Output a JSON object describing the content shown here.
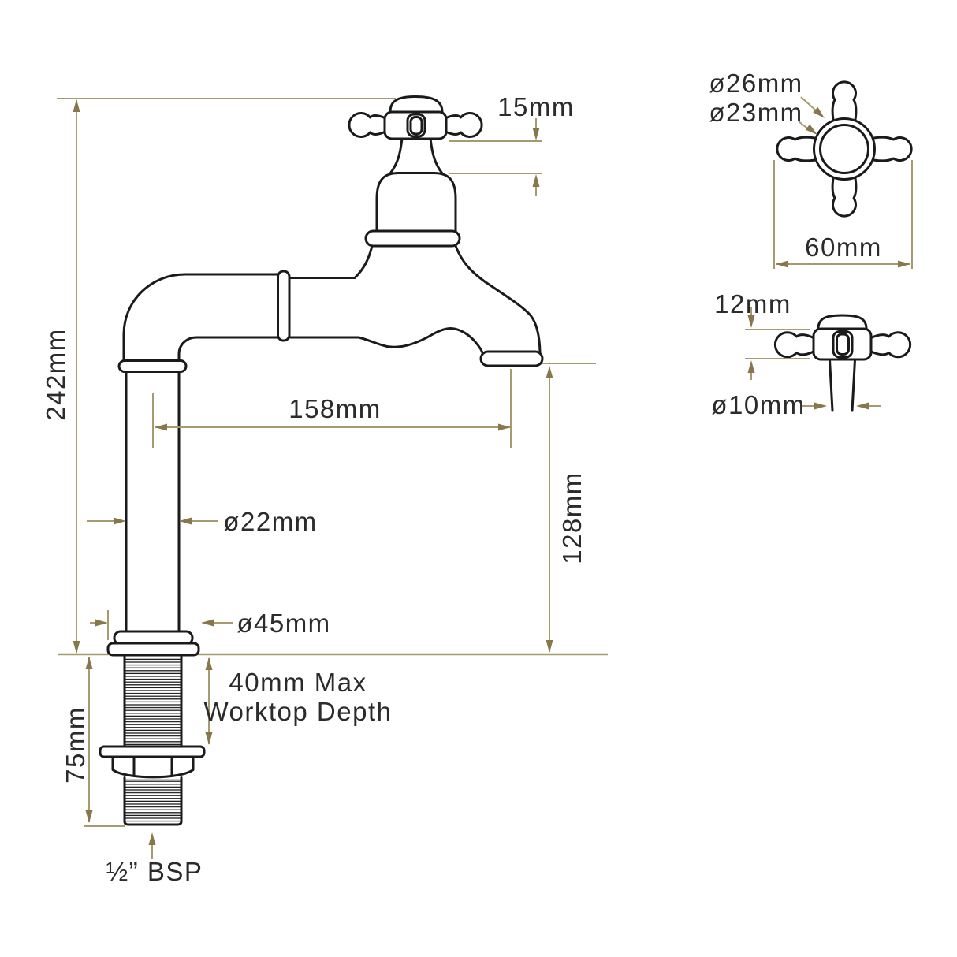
{
  "colors": {
    "ink": "#1a1a1a",
    "dim_line": "#a59a70",
    "arrow": "#87774a",
    "text": "#2b2b2b",
    "background": "#ffffff"
  },
  "main_view": {
    "overall_height": "242mm",
    "handle_clearance": "15mm",
    "spout_reach": "158mm",
    "inlet_pipe_diameter": "ø22mm",
    "spout_outlet_height": "128mm",
    "base_flange_diameter": "ø45mm",
    "worktop_note_line1": "40mm Max",
    "worktop_note_line2": "Worktop Depth",
    "tail_length": "75mm",
    "thread_size": "½” BSP"
  },
  "handle_top_view": {
    "outer_diameter": "ø26mm",
    "inner_diameter": "ø23mm",
    "handle_width": "60mm"
  },
  "handle_side_view": {
    "body_height": "12mm",
    "stem_diameter": "ø10mm"
  }
}
